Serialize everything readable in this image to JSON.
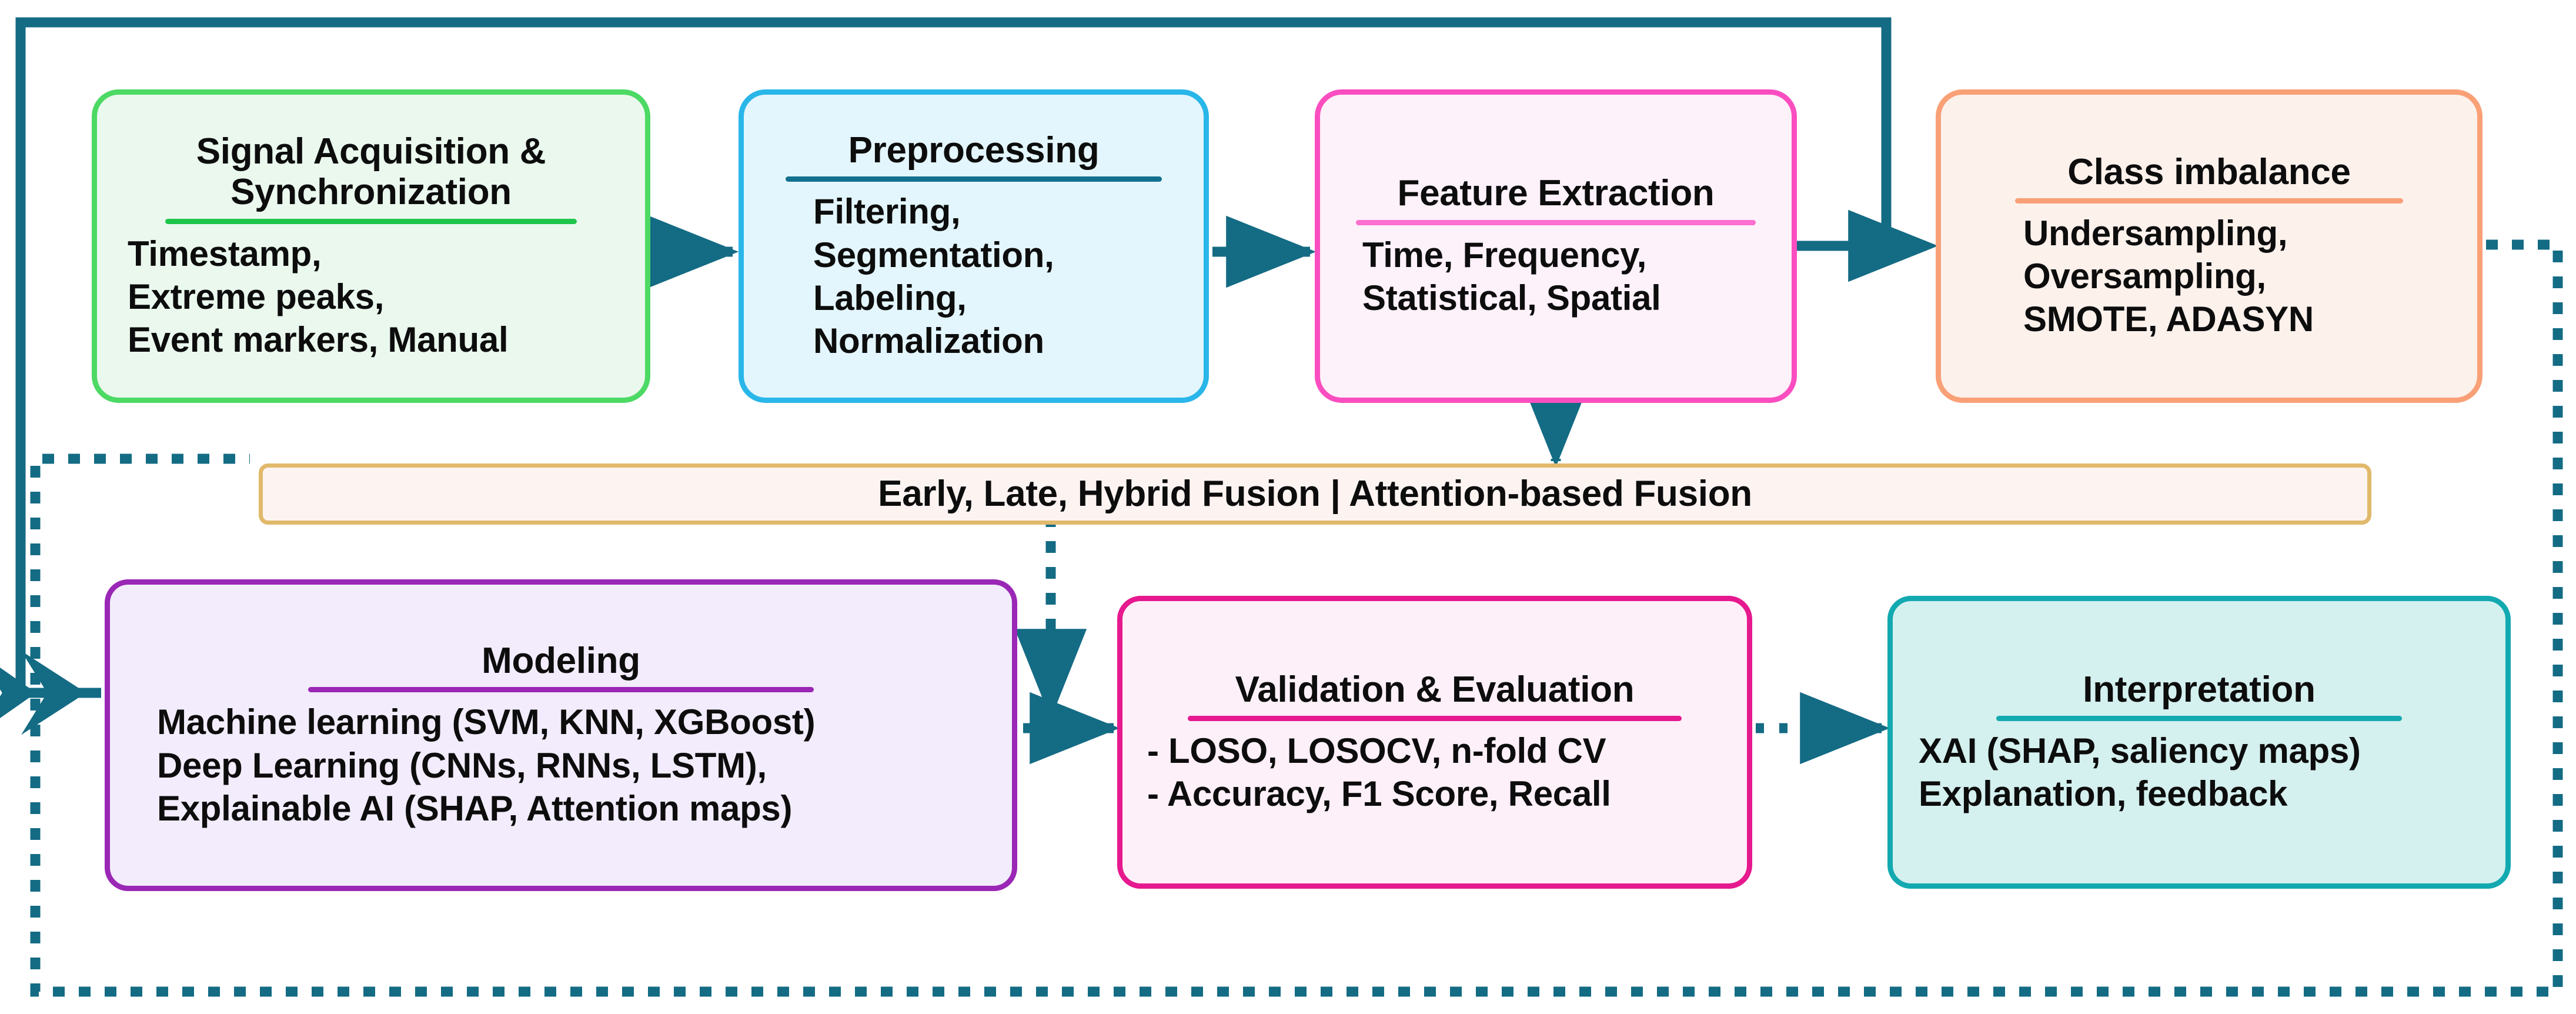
{
  "theme": {
    "connector_color": "#146b84",
    "background": "#ffffff"
  },
  "nodes": {
    "signal_acquisition": {
      "title": "Signal Acquisition &\nSynchronization",
      "body": "Timestamp,\nExtreme peaks,\nEvent markers, Manual",
      "border_color": "#4cd964",
      "fill_color": "#eaf8ee",
      "rule_color": "#1ec54a"
    },
    "preprocessing": {
      "title": "Preprocessing",
      "body": "Filtering,\nSegmentation,\nLabeling,\nNormalization",
      "border_color": "#29b6e8",
      "fill_color": "#e3f6fd",
      "rule_color": "#14708f"
    },
    "feature_extraction": {
      "title": "Feature Extraction",
      "body": "Time, Frequency,\nStatistical, Spatial",
      "border_color": "#fa4ec0",
      "fill_color": "#fdf1fa",
      "rule_color": "#fa6fd0"
    },
    "class_imbalance": {
      "title": "Class imbalance",
      "body": "Undersampling,\nOversampling,\nSMOTE, ADASYN",
      "border_color": "#f9a077",
      "fill_color": "#fdf1ec",
      "rule_color": "#f9a077"
    },
    "fusion": {
      "label": "Early, Late, Hybrid Fusion |  Attention-based Fusion",
      "border_color": "#e0b96a",
      "fill_color": "#fdf4f2"
    },
    "modeling": {
      "title": "Modeling",
      "body": "Machine learning (SVM, KNN, XGBoost)\nDeep Learning (CNNs, RNNs, LSTM),\nExplainable AI (SHAP, Attention maps)",
      "border_color": "#9a27b5",
      "fill_color": "#f2ecfc",
      "rule_color": "#9a27b5"
    },
    "validation_evaluation": {
      "title": "Validation & Evaluation",
      "body": "- LOSO, LOSOCV, n-fold CV\n- Accuracy, F1 Score, Recall",
      "border_color": "#e6198f",
      "fill_color": "#fdf0f8",
      "rule_color": "#e6198f"
    },
    "interpretation": {
      "title": "Interpretation",
      "body": "XAI (SHAP, saliency maps)\nExplanation, feedback",
      "border_color": "#13a9b0",
      "fill_color": "#d4f0ef",
      "rule_color": "#13a9b0"
    }
  },
  "connectors": [
    {
      "name": "signal-to-preprocessing",
      "style": "solid",
      "arrow": true
    },
    {
      "name": "preprocessing-to-feature-extraction",
      "style": "solid",
      "arrow": true
    },
    {
      "name": "feature-extraction-to-class-imbalance",
      "style": "dotted",
      "arrow": true
    },
    {
      "name": "top-return-loop",
      "style": "solid",
      "arrow": false
    },
    {
      "name": "feature-extraction-to-fusion",
      "style": "dotted",
      "arrow": true
    },
    {
      "name": "fusion-to-modeling-branch",
      "style": "dotted",
      "arrow": true
    },
    {
      "name": "modeling-to-validation",
      "style": "solid",
      "arrow": true
    },
    {
      "name": "validation-to-interpretation",
      "style": "dotted",
      "arrow": true
    },
    {
      "name": "class-imbalance-feedback-loop",
      "style": "dotted",
      "arrow": false
    },
    {
      "name": "left-return-into-modeling",
      "style": "solid",
      "arrow": true
    },
    {
      "name": "bottom-global-feedback-loop",
      "style": "dotted",
      "arrow": false
    }
  ]
}
